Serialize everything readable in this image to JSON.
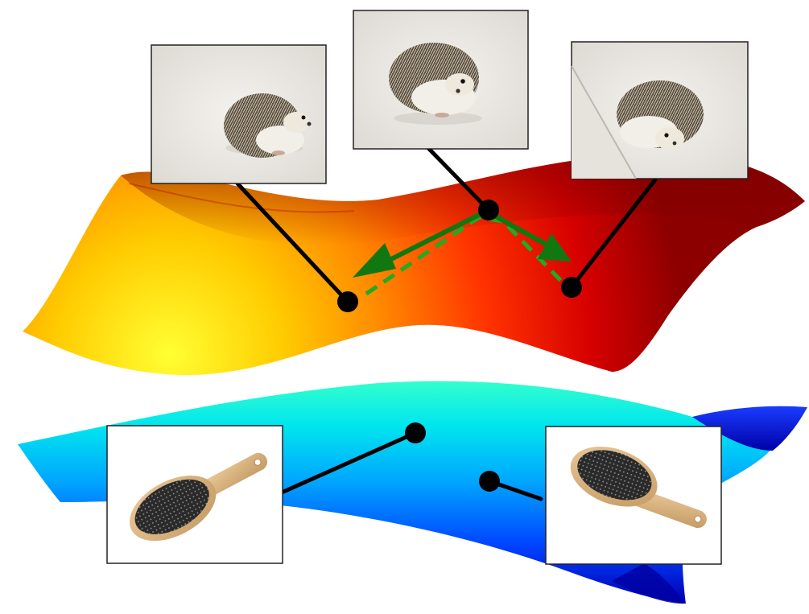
{
  "diagram": {
    "manifolds": [
      {
        "id": "hedgehog-manifold",
        "colormap": [
          "#ffff33",
          "#ff8800",
          "#ff2200",
          "#cc0000",
          "#8c0000"
        ]
      },
      {
        "id": "hairbrush-manifold",
        "colormap": [
          "#33ffcc",
          "#00ccff",
          "#0066ff",
          "#0022e6",
          "#0000b3"
        ]
      }
    ],
    "images": [
      {
        "id": "hedgehog-1",
        "subject": "hedgehog"
      },
      {
        "id": "hedgehog-2",
        "subject": "hedgehog"
      },
      {
        "id": "hedgehog-3",
        "subject": "hedgehog"
      },
      {
        "id": "hairbrush-1",
        "subject": "hairbrush"
      },
      {
        "id": "hairbrush-2",
        "subject": "hairbrush"
      }
    ],
    "arrows": {
      "color": "#117711",
      "dashed_color": "#22aa22"
    },
    "leader_color": "#000000",
    "frame_color": "#222222"
  }
}
